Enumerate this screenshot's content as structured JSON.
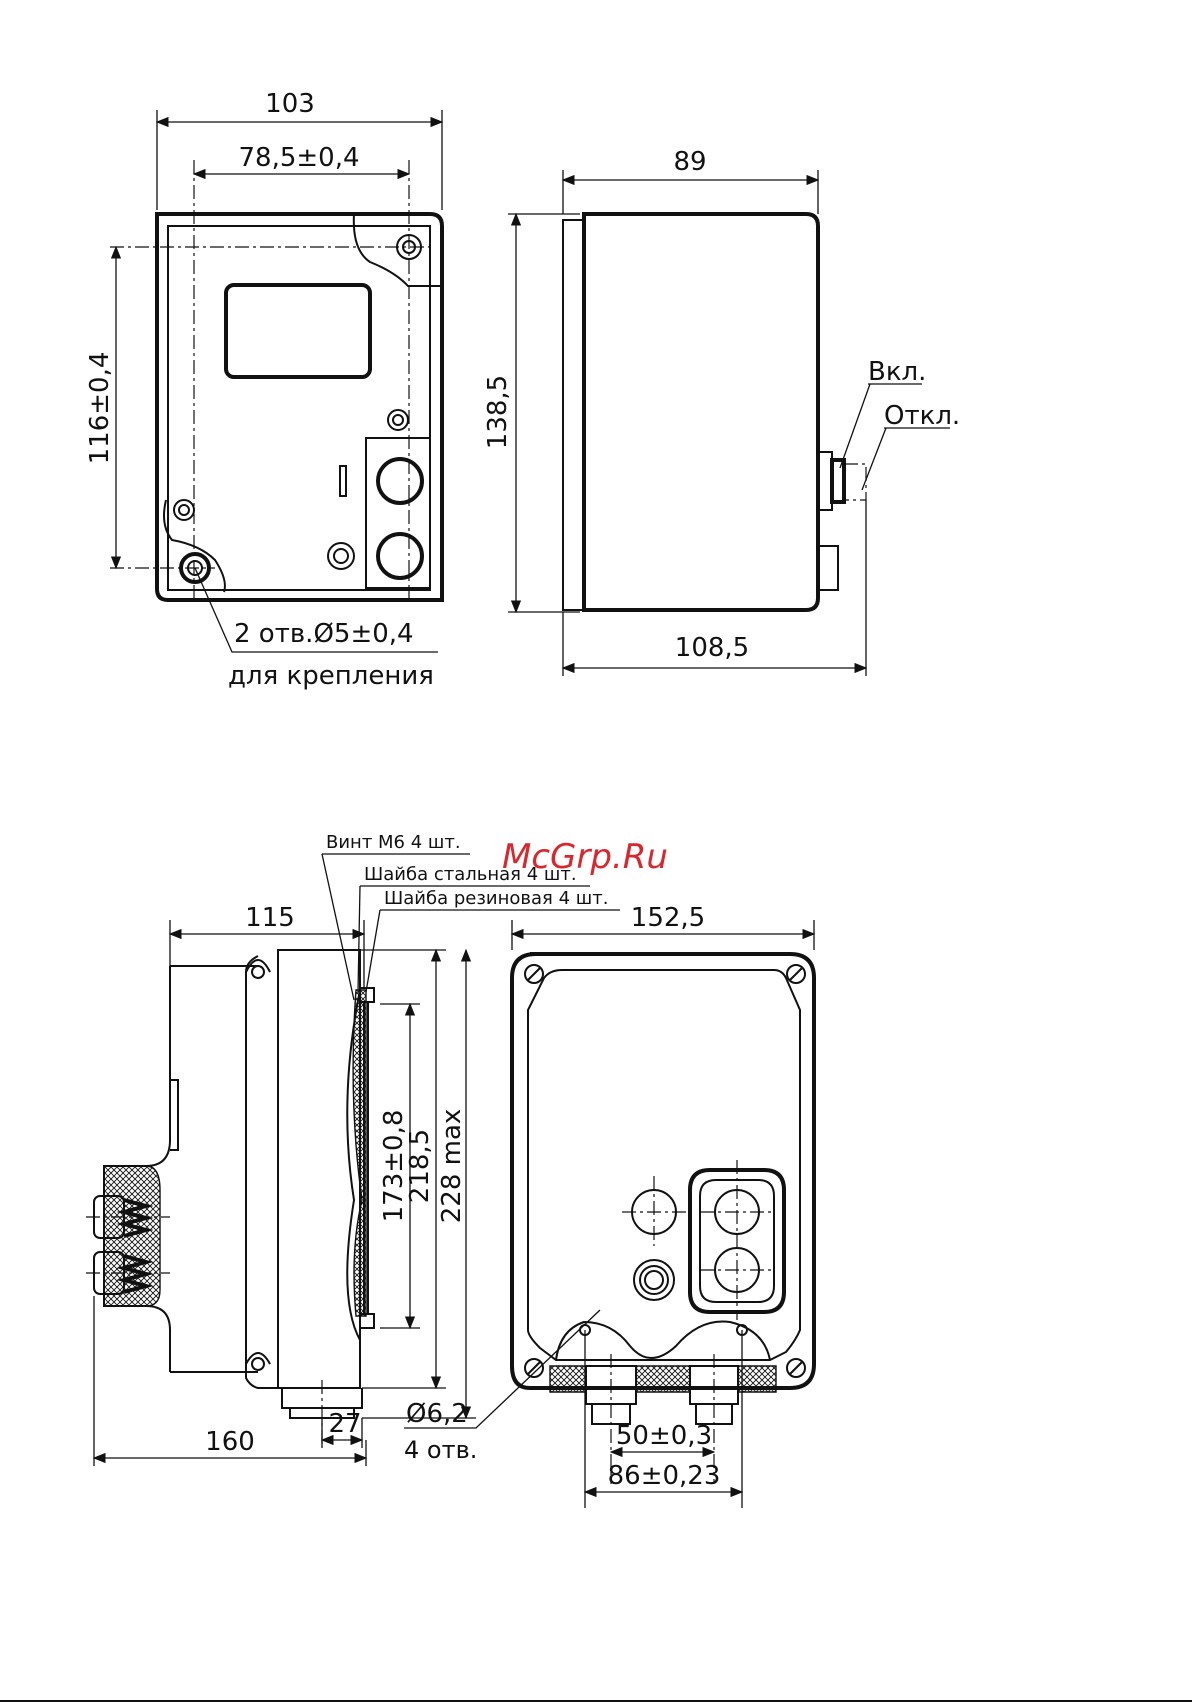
{
  "watermark": "McGrp.Ru",
  "views": {
    "top_front": {
      "dim_width": "103",
      "dim_hole_spacing": "78,5±0,4",
      "dim_height": "116±0,4",
      "note_holes": "2 отв.Ø5±0,4",
      "note_mount": "для крепления"
    },
    "top_side": {
      "dim_depth": "89",
      "dim_height": "138,5",
      "dim_depth_total": "108,5",
      "label_on": "Вкл.",
      "label_off": "Откл."
    },
    "bottom_side": {
      "callout_screw": "Винт М6  4 шт.",
      "callout_steel_washer": "Шайба стальная  4 шт.",
      "callout_rubber_washer": "Шайба резиновая  4 шт.",
      "dim_depth": "115",
      "dim_173": "173±0,8",
      "dim_218": "218,5",
      "dim_228": "228 max",
      "dim_27": "27",
      "dim_160": "160"
    },
    "bottom_front": {
      "dim_width": "152,5",
      "dim_hole_dia": "Ø6,2",
      "dim_hole_count": "4 отв.",
      "dim_50": "50±0,3",
      "dim_86": "86±0,23"
    }
  }
}
